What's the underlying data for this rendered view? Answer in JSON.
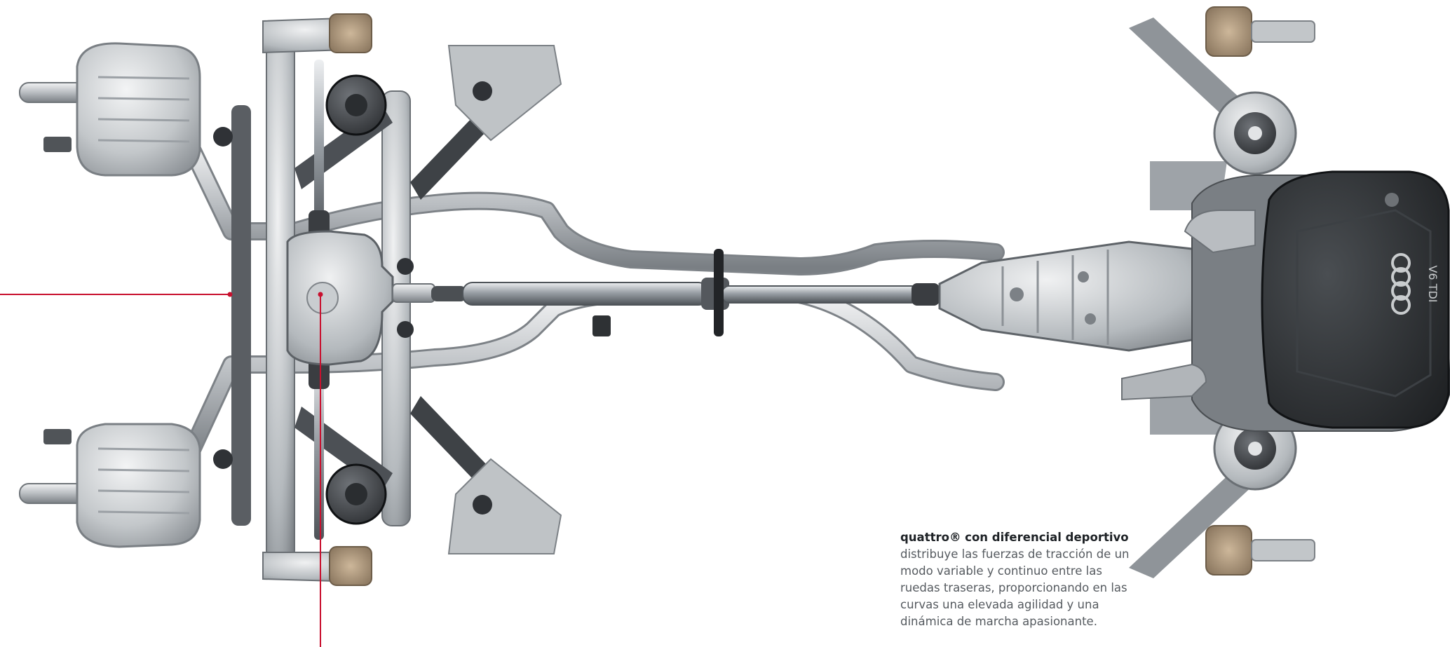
{
  "engine": {
    "cover_text": "V6 TDI"
  },
  "caption": {
    "title": "quattro® con diferencial deportivo",
    "body": "distribuye las fuerzas de tracción de un modo variable y continuo entre las ruedas traseras, proporcionando en las curvas una elevada agilidad y una dinámica de marcha apasionante."
  },
  "colors": {
    "callout_line": "#c8102e",
    "metal_light": "#d9dcdf",
    "metal_mid": "#a9aeb3",
    "metal_dark": "#55595e",
    "engine_cover": "#2b2e31",
    "background": "#ffffff"
  }
}
